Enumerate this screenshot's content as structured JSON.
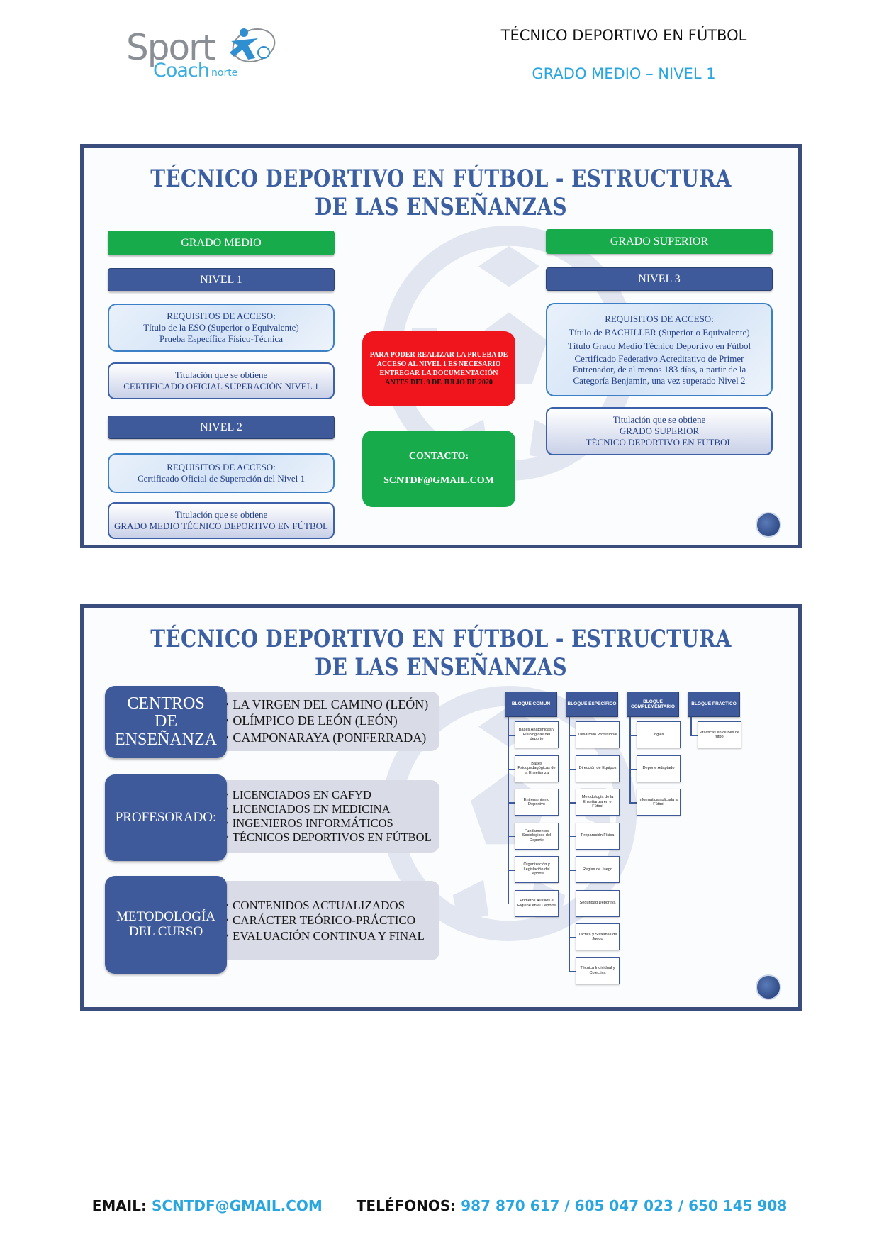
{
  "header": {
    "logo": {
      "sport": "Sport",
      "coach": "Coach",
      "norte": "norte"
    },
    "title": "TÉCNICO DEPORTIVO EN FÚTBOL",
    "subtitle": "GRADO MEDIO – NIVEL 1"
  },
  "slide1": {
    "title": "TÉCNICO DEPORTIVO EN FÚTBOL - ESTRUCTURA DE LAS ENSEÑANZAS",
    "grado_medio": "GRADO MEDIO",
    "nivel1": {
      "label": "NIVEL 1",
      "requisitos": [
        "REQUISITOS DE ACCESO:",
        "Título de la ESO (Superior o Equivalente)",
        "Prueba Específica Físico-Técnica"
      ],
      "titulacion": [
        "Titulación que se obtiene",
        "CERTIFICADO OFICIAL SUPERACIÓN NIVEL 1"
      ]
    },
    "nivel2": {
      "label": "NIVEL 2",
      "requisitos": [
        "REQUISITOS DE ACCESO:",
        "Certificado Oficial de Superación del Nivel 1"
      ],
      "titulacion": [
        "Titulación que se obtiene",
        "GRADO MEDIO TÉCNICO DEPORTIVO EN FÚTBOL"
      ]
    },
    "aviso": {
      "lines": [
        "PARA PODER REALIZAR LA PRUEBA DE",
        "ACCESO AL NIVEL 1 ES NECESARIO",
        "ENTREGAR LA DOCUMENTACIÓN"
      ],
      "deadline": "ANTES DEL 9 DE JULIO DE 2020"
    },
    "contacto": {
      "label": "CONTACTO:",
      "email": "SCNTDF@GMAIL.COM"
    },
    "grado_superior": "GRADO SUPERIOR",
    "nivel3": {
      "label": "NIVEL 3",
      "requisitos": [
        "REQUISITOS DE ACCESO:",
        "Título de BACHILLER (Superior o Equivalente)",
        "Título Grado Medio Técnico Deportivo en Fútbol",
        "Certificado Federativo Acreditativo de Primer Entrenador, de al menos 183 días, a partir de la Categoría Benjamín, una vez superado Nivel 2"
      ],
      "titulacion": [
        "Titulación que se obtiene",
        "GRADO SUPERIOR",
        "TÉCNICO DEPORTIVO EN FÚTBOL"
      ]
    }
  },
  "slide2": {
    "title": "TÉCNICO DEPORTIVO EN FÚTBOL - ESTRUCTURA DE LAS ENSEÑANZAS",
    "centros": {
      "label_lines": [
        "CENTROS",
        "DE",
        "ENSEÑANZA"
      ],
      "items": [
        "LA VIRGEN DEL CAMINO (LEÓN)",
        "OLÍMPICO DE LEÓN (LEÓN)",
        "CAMPONARAYA (PONFERRADA)"
      ]
    },
    "profesorado": {
      "label": "PROFESORADO:",
      "items": [
        "LICENCIADOS EN CAFYD",
        "LICENCIADOS EN MEDICINA",
        "INGENIEROS INFORMÁTICOS",
        "TÉCNICOS DEPORTIVOS EN FÚTBOL"
      ]
    },
    "metodologia": {
      "label_lines": [
        "METODOLOGÍA",
        "DEL CURSO"
      ],
      "items": [
        "CONTENIDOS ACTUALIZADOS",
        "CARÁCTER TEÓRICO-PRÁCTICO",
        "EVALUACIÓN CONTINUA Y FINAL"
      ]
    },
    "bloques": [
      {
        "head": "BLOQUE COMÚN",
        "items": [
          "Bases Anatómicas y Fisiológicas del deporte",
          "Bases Psicopedagógicas de la Enseñanza",
          "Entrenamiento Deportivo",
          "Fundamentos Sociológicos del Deporte",
          "Organización y Legislación del Deporte",
          "Primeros Auxilios e Higiene en el Deporte"
        ]
      },
      {
        "head": "BLOQUE ESPECÍFICO",
        "items": [
          "Desarrollo Profesional",
          "Dirección de Equipos",
          "Metodología de la Enseñanza en el Fútbol",
          "Preparación Física",
          "Reglas de Juego",
          "Seguridad Deportiva",
          "Táctica y Sistemas de Juego",
          "Técnica Individual y Colectiva"
        ]
      },
      {
        "head": "BLOQUE COMPLEMENTARIO",
        "items": [
          "Inglés",
          "Deporte Adaptado",
          "Informática aplicada al Fútbol"
        ]
      },
      {
        "head": "BLOQUE PRÁCTICO",
        "items": [
          "Prácticas en clubes de fútbol"
        ]
      }
    ]
  },
  "footer": {
    "email_label": "EMAIL:",
    "email": "SCNTDF@GMAIL.COM",
    "phones_label": "TELÉFONOS:",
    "phones": "987 870 617 / 605 047 023 / 650 145 908"
  }
}
